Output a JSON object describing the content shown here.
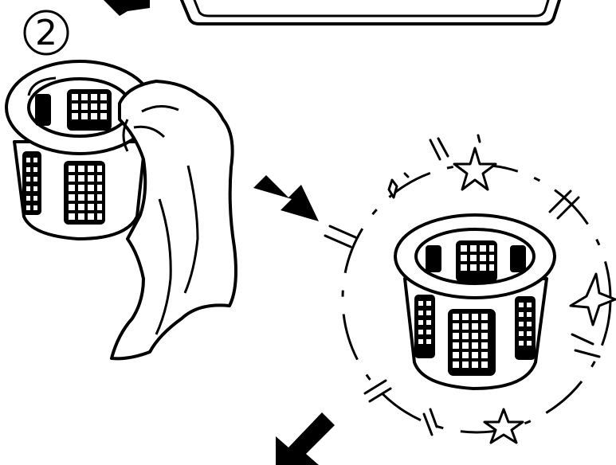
{
  "step": {
    "number_glyph": "②"
  },
  "colors": {
    "ink": "#000000",
    "paper": "#ffffff"
  },
  "icons": {
    "step_marker": "circled-number-2",
    "arrow_top": "arrow-left",
    "arrow_middle": "arrow-down-right",
    "arrow_bottom": "arrow-down-left",
    "sparkles": "star-outline"
  }
}
